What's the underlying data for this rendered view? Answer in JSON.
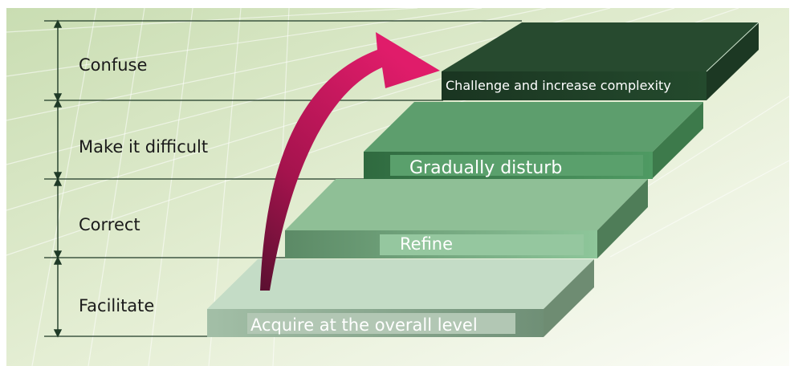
{
  "levels": [
    {
      "side_label": "Confuse",
      "step_label": "Challenge and increase complexity"
    },
    {
      "side_label": "Make it difficult",
      "step_label": "Gradually disturb"
    },
    {
      "side_label": "Correct",
      "step_label": "Refine"
    },
    {
      "side_label": "Facilitate",
      "step_label": "Acquire at the overall level"
    }
  ],
  "colors": {
    "background_light": "#f6f9ef",
    "background_green": "#c9ddb2",
    "step_top": "#264a2e",
    "step_2": "#5a9e6c",
    "step_3": "#8cbf92",
    "step_4": "#c2dcc6",
    "arrow": "#c8175e",
    "lines": "#1f3a27"
  }
}
